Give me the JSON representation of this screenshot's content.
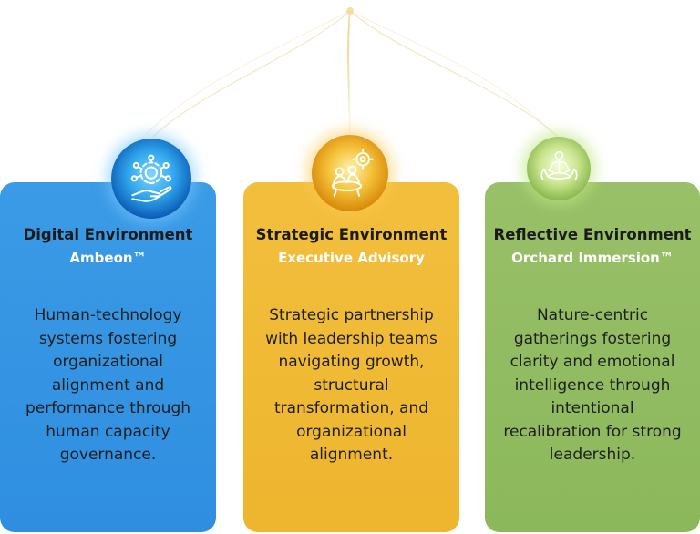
{
  "cards": [
    {
      "key": "digital",
      "title": "Digital Environment",
      "subtitle": "Ambeon™",
      "description": "Human-technology systems fostering organizational alignment and performance through human capacity governance.",
      "icon": "network-hand-icon",
      "color": "#3b9be6"
    },
    {
      "key": "strategic",
      "title": "Strategic Environment",
      "subtitle": "Executive Advisory",
      "description": "Strategic partnership with leadership teams navigating growth, structural transformation, and organizational alignment.",
      "icon": "meeting-gear-icon",
      "color": "#f0b935"
    },
    {
      "key": "reflective",
      "title": "Reflective Environment",
      "subtitle": "Orchard Immersion™",
      "description": "Nature-centric gatherings fostering clarity and emotional intelligence through intentional recalibration for strong leadership.",
      "icon": "meditation-icon",
      "color": "#93bc62"
    }
  ]
}
